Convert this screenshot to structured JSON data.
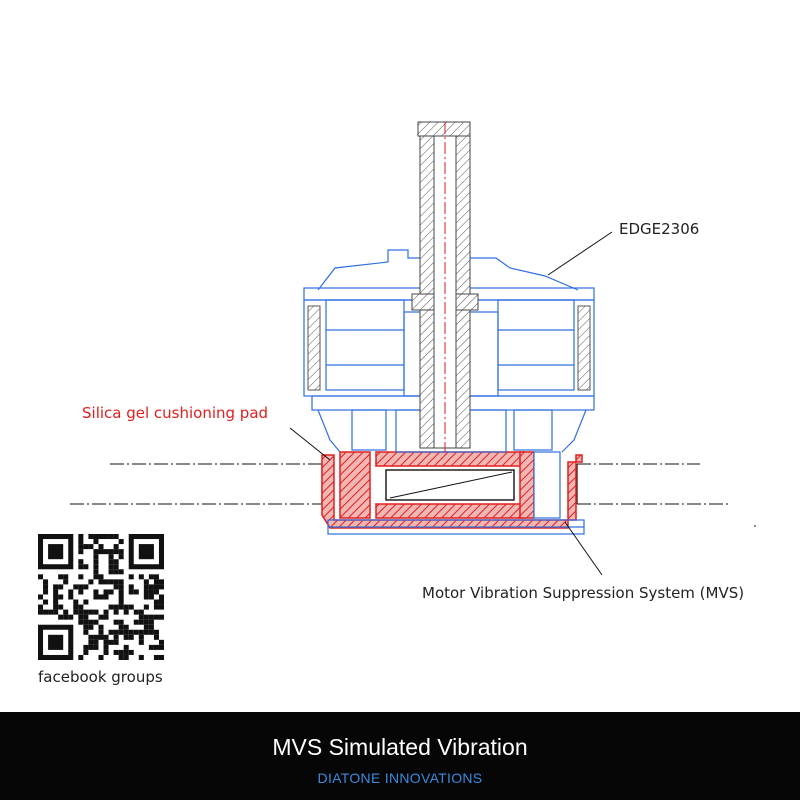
{
  "labels": {
    "motor": "EDGE2306",
    "pad": "Silica gel cushioning pad",
    "mvs": "Motor Vibration Suppression System (MVS)",
    "facebook": "facebook groups"
  },
  "footer": {
    "title": "MVS Simulated Vibration",
    "subtitle": "DIATONE INNOVATIONS"
  },
  "colors": {
    "drawing_blue": "#2f6fe0",
    "pad_red": "#e0201e",
    "footer_bg": "#060606",
    "subtitle_blue": "#3a8be0"
  },
  "icons": [
    "qr-code-icon"
  ]
}
